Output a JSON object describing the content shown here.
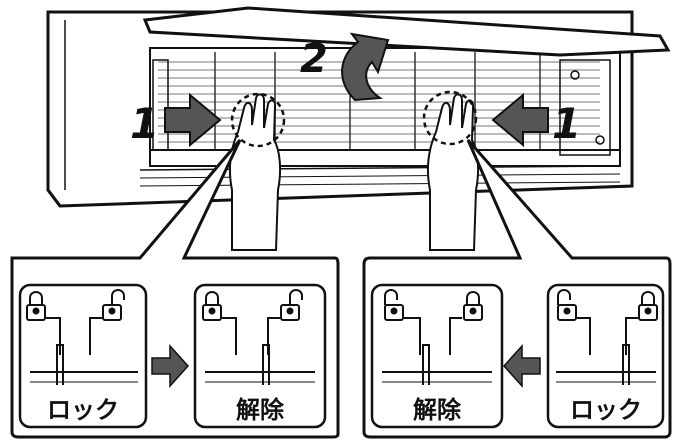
{
  "steps": {
    "one_left": "1",
    "one_right": "1",
    "two": "2"
  },
  "panels": {
    "left_a": "ロック",
    "left_b": "解除",
    "right_a": "解除",
    "right_b": "ロック"
  },
  "icons": {
    "lock": "padlock-closed-icon",
    "unlock": "padlock-open-icon",
    "arrow": "arrow-icon"
  },
  "colors": {
    "stroke": "#111111",
    "fill_gray": "#555555",
    "panel_bg": "#ffffff"
  }
}
